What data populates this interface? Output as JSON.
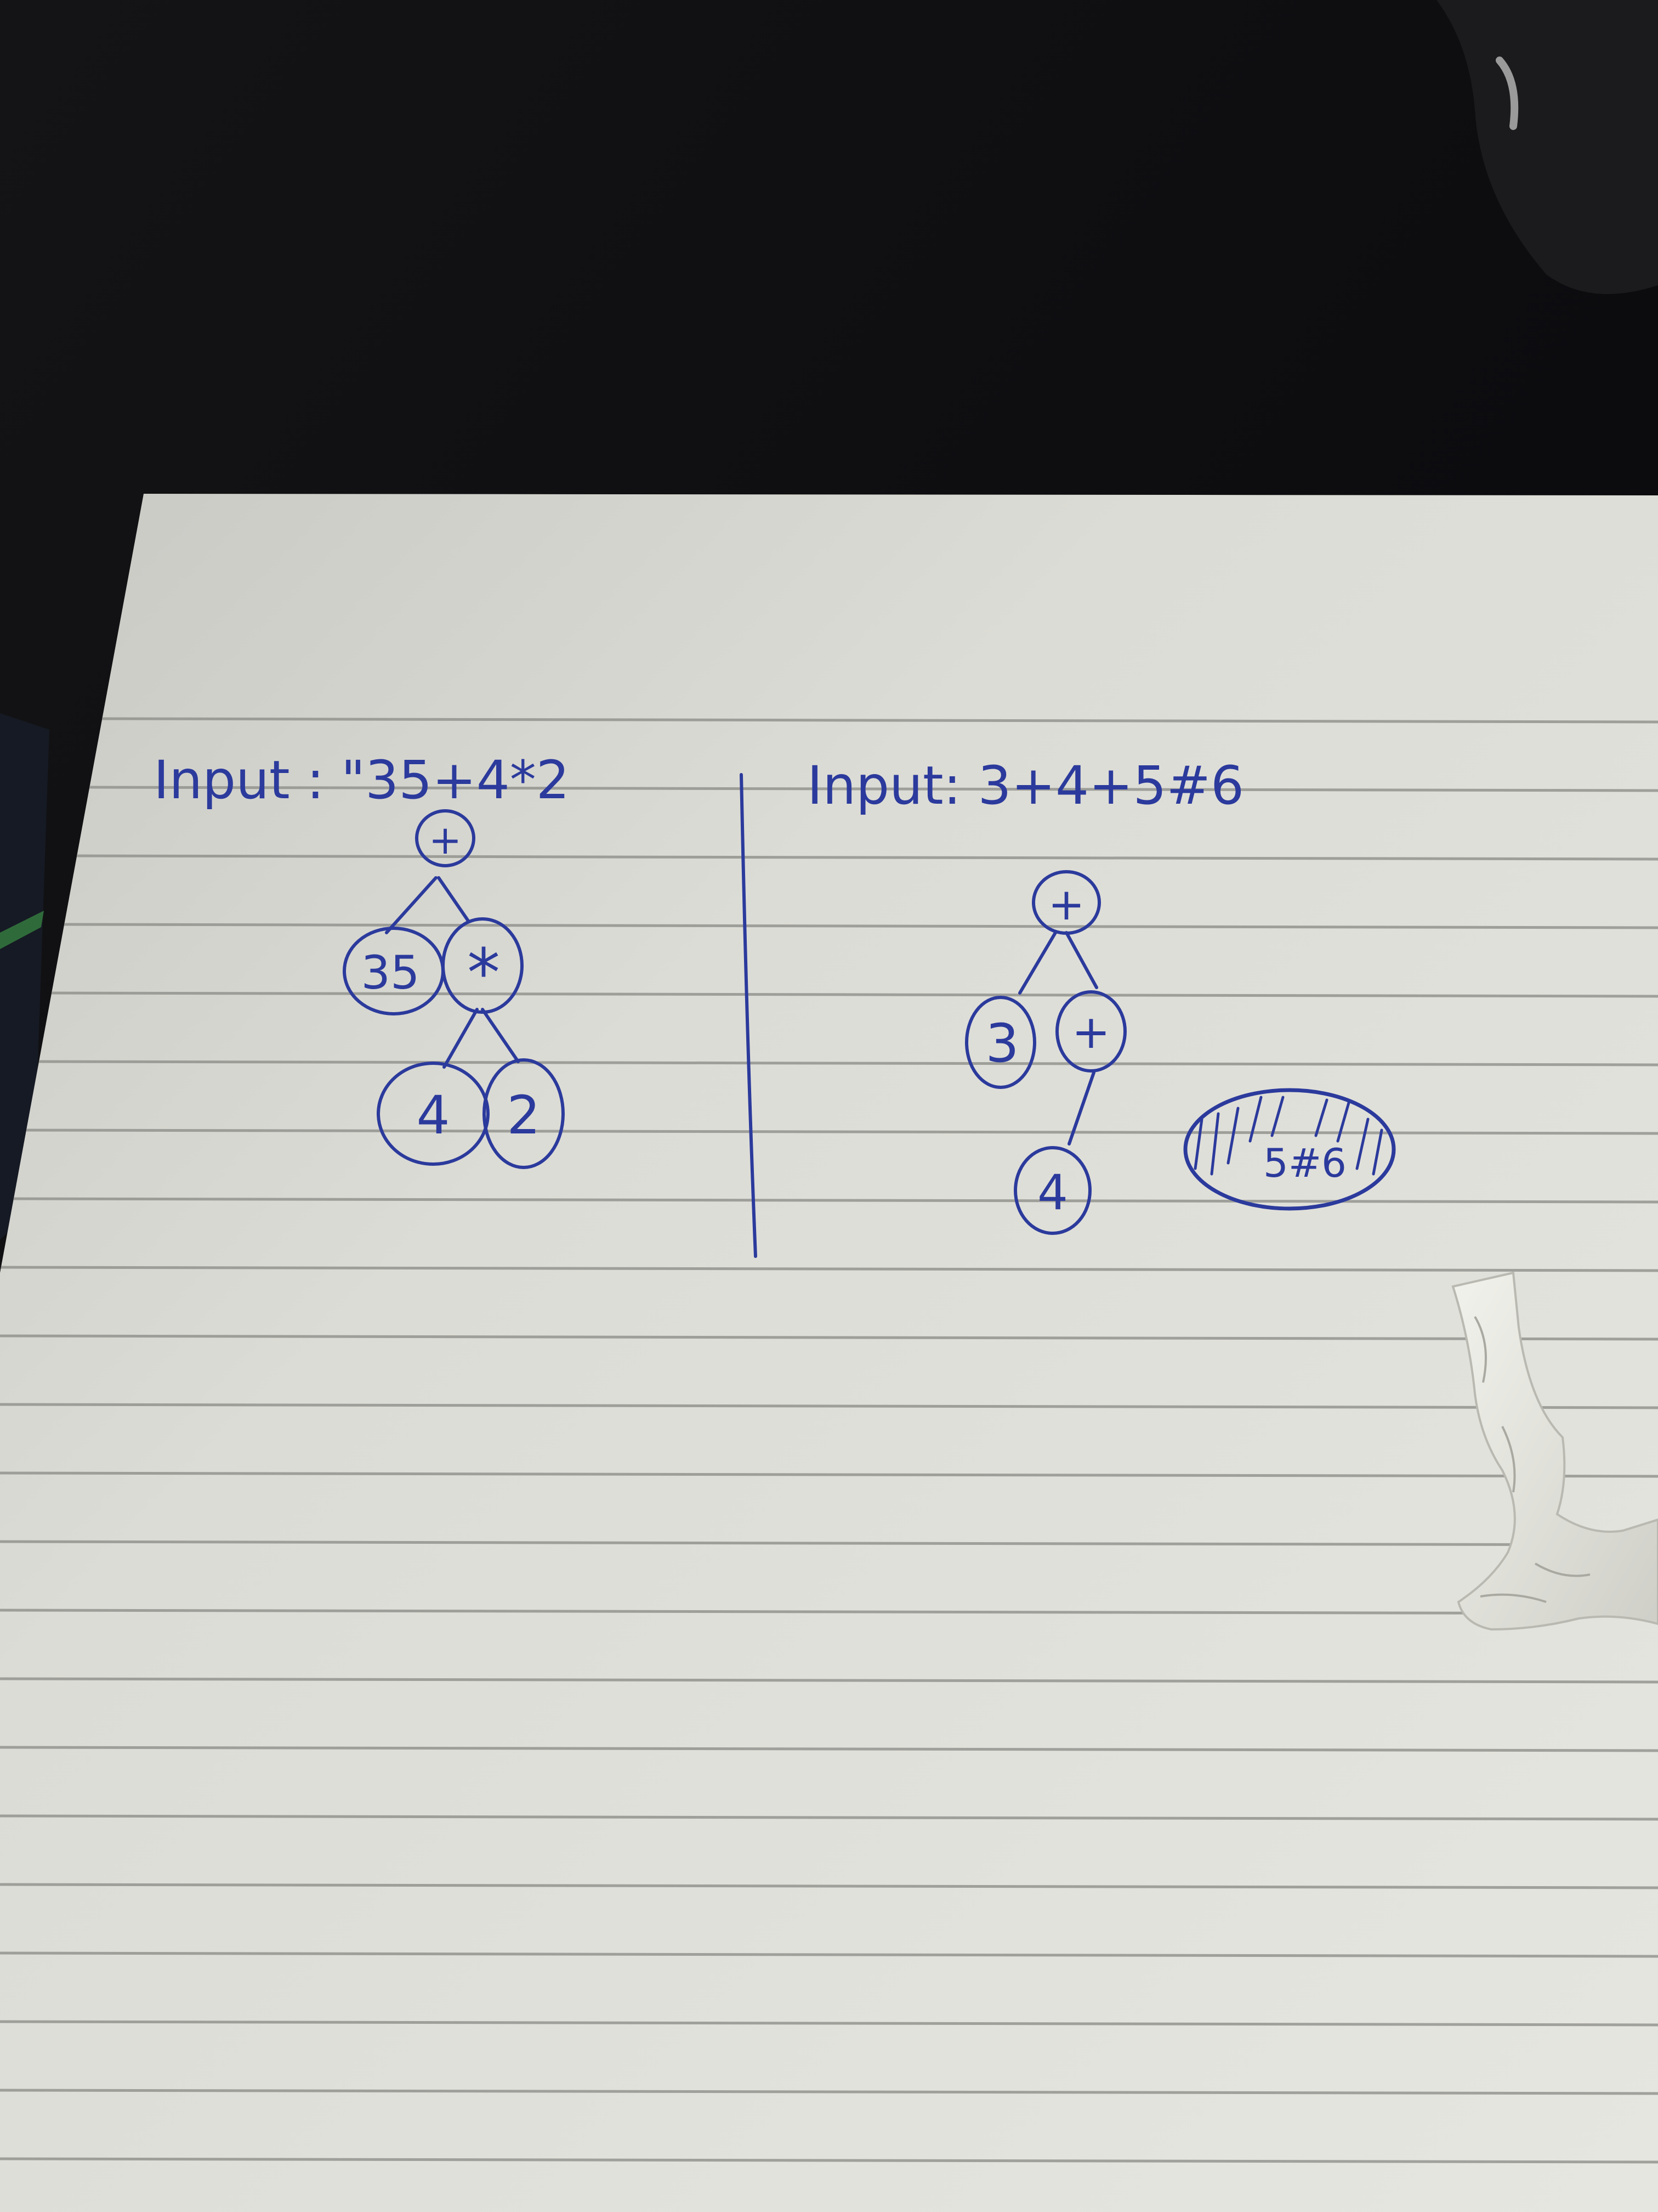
{
  "left_diagram": {
    "input_label": "Input : \"35+4*2",
    "nodes": {
      "root": "+",
      "n35": "35",
      "mul": "*",
      "n4": "4",
      "n2": "2"
    }
  },
  "right_diagram": {
    "input_label": "Input: 3+4+5#6",
    "nodes": {
      "root": "+",
      "n3": "3",
      "plus2": "+",
      "n4": "4"
    },
    "rejected_group": "5#6"
  },
  "colors": {
    "ink": "#2b3a9c",
    "paper": "#dcdcd6",
    "rule_line": "#8a8a86",
    "background": "#0c0c0e"
  }
}
